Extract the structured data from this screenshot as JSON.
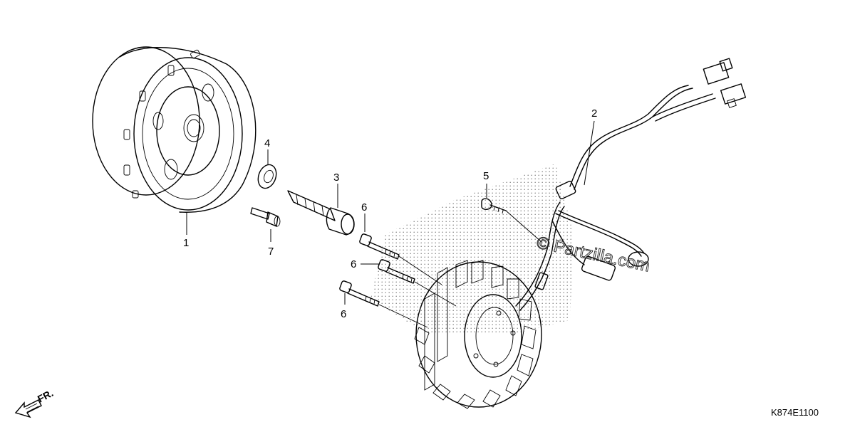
{
  "diagram_code": "K874E1100",
  "watermark": "© Partzilla.com",
  "direction_label": "FR.",
  "callouts": {
    "c1": "1",
    "c2": "2",
    "c3": "3",
    "c4": "4",
    "c5": "5",
    "c6a": "6",
    "c6b": "6",
    "c6c": "6",
    "c7": "7"
  }
}
